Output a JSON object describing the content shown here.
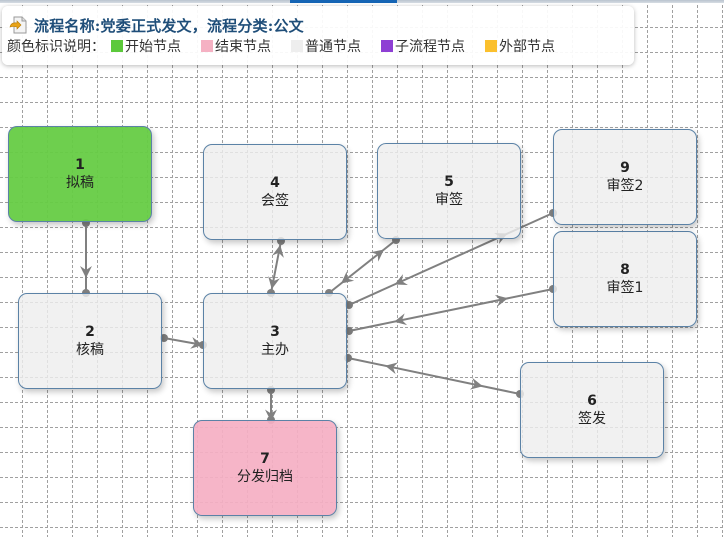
{
  "header": {
    "title": "流程名称:党委正式发文，流程分类:公文",
    "legend_label": "颜色标识说明：",
    "legend": [
      {
        "label": "开始节点",
        "color": "#5cc93b"
      },
      {
        "label": "结束节点",
        "color": "#f5b1c3"
      },
      {
        "label": "普通节点",
        "color": "#eeeeee"
      },
      {
        "label": "子流程节点",
        "color": "#8e3fd4"
      },
      {
        "label": "外部节点",
        "color": "#fbc02d"
      }
    ]
  },
  "nodes": [
    {
      "id": "1",
      "name": "拟稿",
      "type": "start"
    },
    {
      "id": "2",
      "name": "核稿",
      "type": "normal"
    },
    {
      "id": "3",
      "name": "主办",
      "type": "normal"
    },
    {
      "id": "4",
      "name": "会签",
      "type": "normal"
    },
    {
      "id": "5",
      "name": "审签",
      "type": "normal"
    },
    {
      "id": "6",
      "name": "签发",
      "type": "normal"
    },
    {
      "id": "7",
      "name": "分发归档",
      "type": "end"
    },
    {
      "id": "8",
      "name": "审签1",
      "type": "normal"
    },
    {
      "id": "9",
      "name": "审签2",
      "type": "normal"
    }
  ],
  "edges": [
    {
      "from": "1",
      "to": "2",
      "bidirectional": false
    },
    {
      "from": "2",
      "to": "3",
      "bidirectional": false
    },
    {
      "from": "3",
      "to": "4",
      "bidirectional": true
    },
    {
      "from": "3",
      "to": "5",
      "bidirectional": true
    },
    {
      "from": "3",
      "to": "9",
      "bidirectional": true
    },
    {
      "from": "3",
      "to": "8",
      "bidirectional": true
    },
    {
      "from": "3",
      "to": "6",
      "bidirectional": true
    },
    {
      "from": "3",
      "to": "7",
      "bidirectional": false
    }
  ],
  "colors": {
    "title": "#1f4e79",
    "edge": "#808080",
    "node_border": "#5b82a6",
    "tab_active": "#1565b5"
  }
}
